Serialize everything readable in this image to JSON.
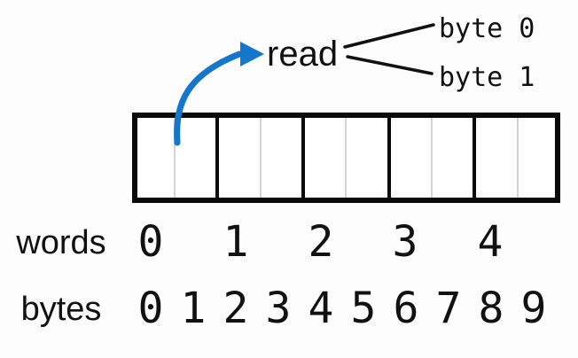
{
  "annotation": {
    "read_label": "read",
    "byte_callouts": [
      {
        "label": "byte 0"
      },
      {
        "label": "byte 1"
      }
    ]
  },
  "memory": {
    "num_words": 5,
    "bytes_per_word": 2
  },
  "rows": {
    "words": {
      "label": "words",
      "values": [
        "0",
        "1",
        "2",
        "3",
        "4"
      ]
    },
    "bytes": {
      "label": "bytes",
      "values": [
        "0",
        "1",
        "2",
        "3",
        "4",
        "5",
        "6",
        "7",
        "8",
        "9"
      ]
    }
  },
  "colors": {
    "arrow_blue": "#1477CC",
    "outline_black": "#0a0a0a",
    "byte_divider_gray": "#d4d4d4",
    "text_black": "#111111",
    "background": "#fdfdfd"
  }
}
